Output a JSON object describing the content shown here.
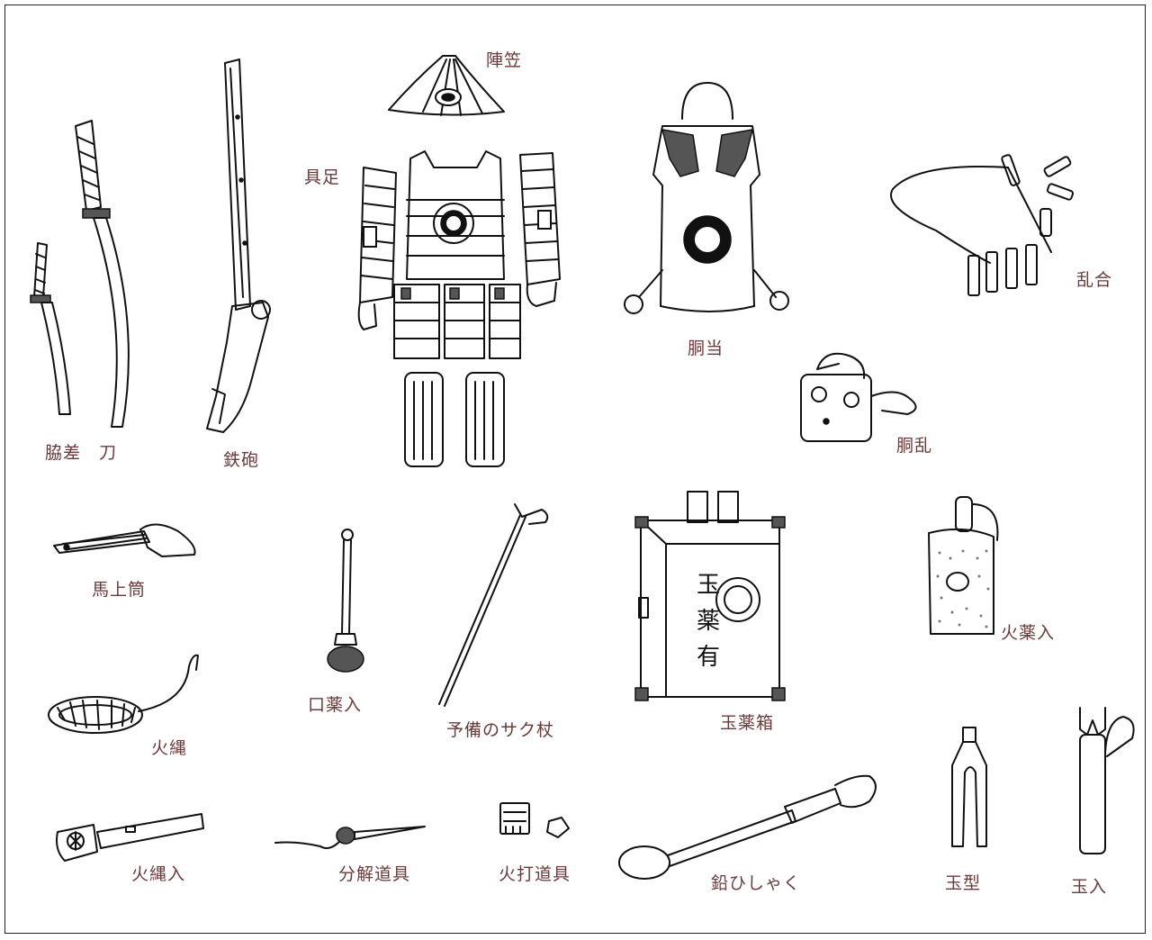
{
  "labels": {
    "wakizashi_katana": "脇差　刀",
    "teppo": "鉄砲",
    "jingasa": "陣笠",
    "gusoku": "具足",
    "douate": "胴当",
    "rangou": "乱合",
    "hayago": "胴乱",
    "bajozutsu": "馬上筒",
    "kuchigusuri_ire": "口薬入",
    "saku_tsue": "予備のサク杖",
    "tamagusuri_bako": "玉薬箱",
    "hinawa": "火縄",
    "hiyaku_ire": "火薬入",
    "hinawa_ire": "火縄入",
    "bunkai_dougu": "分解道具",
    "hiuchi_dougu": "火打道具",
    "namari_hishaku": "鉛ひしゃく",
    "tamagata": "玉型",
    "tama_ire": "玉入"
  },
  "box_inscription": [
    "玉",
    "薬",
    "有"
  ]
}
